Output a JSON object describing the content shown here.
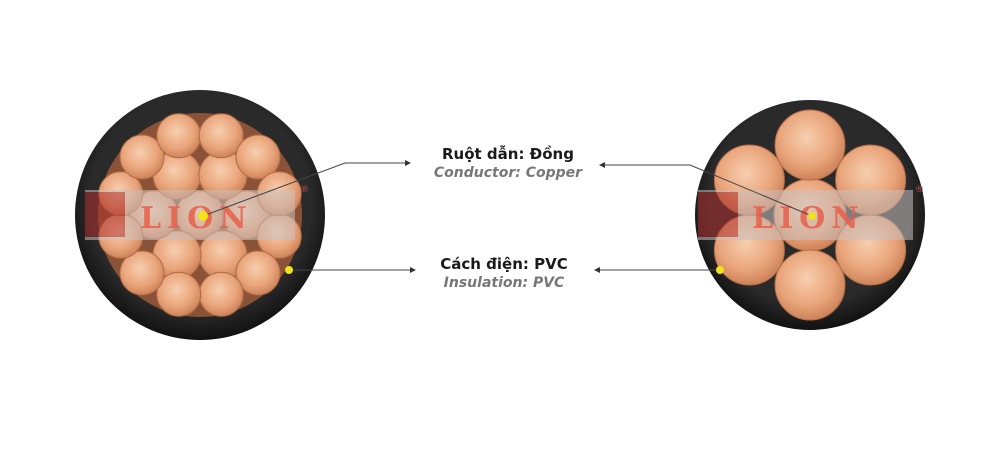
{
  "labels": {
    "conductor_vi": "Ruột dẫn: Đồng",
    "conductor_en": "Conductor: Copper",
    "insulation_vi": "Cách điện: PVC",
    "insulation_en": "Insulation: PVC"
  },
  "watermark": {
    "text": "LION",
    "mark": "®"
  },
  "colors": {
    "copper": "#e8a57c",
    "insulation": "#1b1b1b",
    "pointer": "#f2e21a",
    "line": "#444444"
  }
}
